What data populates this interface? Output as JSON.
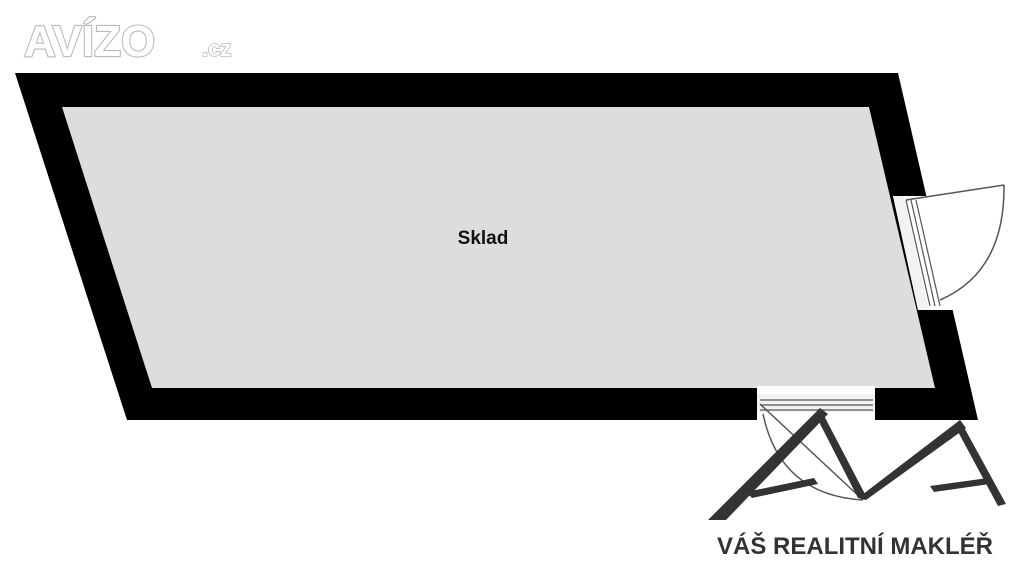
{
  "watermark": {
    "main": "AVÍZO",
    "suffix": ".cz"
  },
  "room": {
    "label": "Sklad"
  },
  "agent_logo": {
    "tagline": "VÁŠ REALITNÍ MAKLÉŘ"
  },
  "colors": {
    "wall": "#000000",
    "floor": "#dddddd",
    "logo_stroke": "#333333",
    "background": "#ffffff"
  }
}
